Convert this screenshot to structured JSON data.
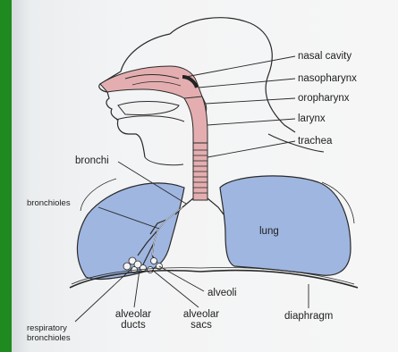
{
  "diagram": {
    "labels": {
      "nasal_cavity": "nasal cavity",
      "nasopharynx": "nasopharynx",
      "oropharynx": "oropharynx",
      "larynx": "larynx",
      "trachea": "trachea",
      "bronchi": "bronchi",
      "bronchioles": "bronchioles",
      "lung": "lung",
      "alveoli": "alveoli",
      "alveolar_ducts": "alveolar\nducts",
      "alveolar_sacs": "alveolar\nsacs",
      "diaphragm": "diaphragm",
      "respiratory_bronchioles": "respiratory\nbronchioles"
    },
    "colors": {
      "lung": "#9fb6e0",
      "airway": "#e4aeb0",
      "outline": "#2a2a2a",
      "background_border": "#1f8a1f"
    }
  }
}
